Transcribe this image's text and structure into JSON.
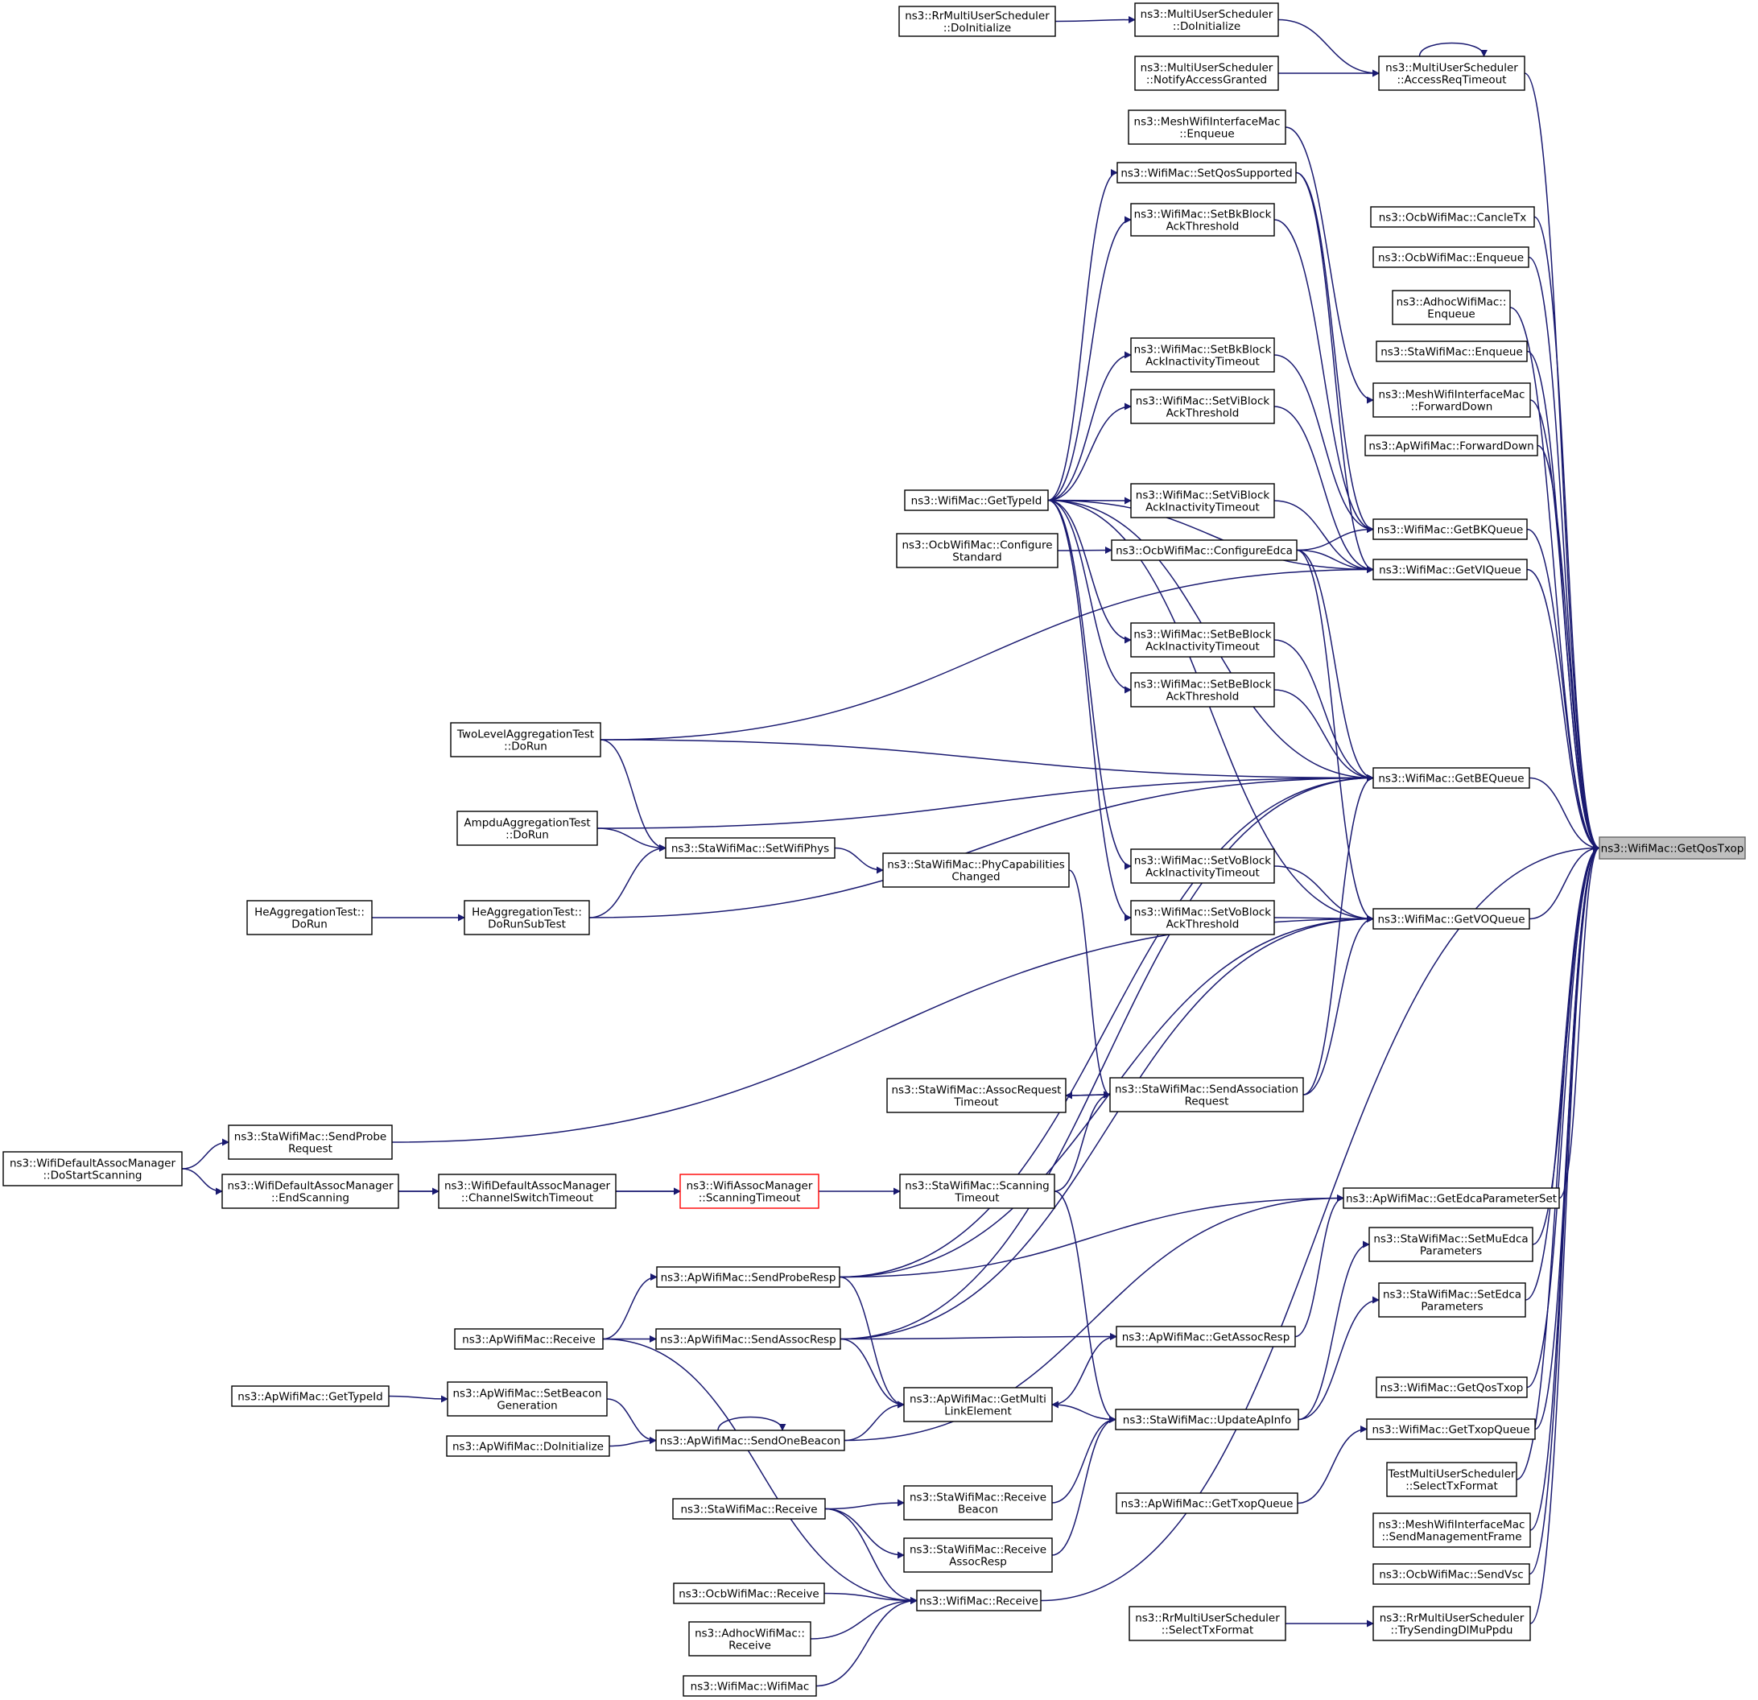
{
  "nodes": [
    {
      "id": "getqostxop",
      "lines": [
        "ns3::WifiMac::GetQosTxop"
      ],
      "style": "focus"
    },
    {
      "id": "accessreqtimeout",
      "lines": [
        "ns3::MultiUserScheduler",
        "::AccessReqTimeout"
      ]
    },
    {
      "id": "mus_doinit",
      "lines": [
        "ns3::MultiUserScheduler",
        "::DoInitialize"
      ]
    },
    {
      "id": "rr_doinit",
      "lines": [
        "ns3::RrMultiUserScheduler",
        "::DoInitialize"
      ]
    },
    {
      "id": "notifyaccess",
      "lines": [
        "ns3::MultiUserScheduler",
        "::NotifyAccessGranted"
      ]
    },
    {
      "id": "mesh_enqueue",
      "lines": [
        "ns3::MeshWifiInterfaceMac",
        "::Enqueue"
      ]
    },
    {
      "id": "setqossupported",
      "lines": [
        "ns3::WifiMac::SetQosSupported"
      ]
    },
    {
      "id": "setbkblockack",
      "lines": [
        "ns3::WifiMac::SetBkBlock",
        "AckThreshold"
      ]
    },
    {
      "id": "ocb_cancletx",
      "lines": [
        "ns3::OcbWifiMac::CancleTx"
      ]
    },
    {
      "id": "ocb_enqueue",
      "lines": [
        "ns3::OcbWifiMac::Enqueue"
      ]
    },
    {
      "id": "adhoc_enqueue",
      "lines": [
        "ns3::AdhocWifiMac::",
        "Enqueue"
      ]
    },
    {
      "id": "sta_enqueue",
      "lines": [
        "ns3::StaWifiMac::Enqueue"
      ]
    },
    {
      "id": "setbkinact",
      "lines": [
        "ns3::WifiMac::SetBkBlock",
        "AckInactivityTimeout"
      ]
    },
    {
      "id": "mesh_forwarddown",
      "lines": [
        "ns3::MeshWifiInterfaceMac",
        "::ForwardDown"
      ]
    },
    {
      "id": "setviblockack",
      "lines": [
        "ns3::WifiMac::SetViBlock",
        "AckThreshold"
      ]
    },
    {
      "id": "ap_forwarddown",
      "lines": [
        "ns3::ApWifiMac::ForwardDown"
      ]
    },
    {
      "id": "wifimac_gettypeid",
      "lines": [
        "ns3::WifiMac::GetTypeId"
      ]
    },
    {
      "id": "setviinact",
      "lines": [
        "ns3::WifiMac::SetViBlock",
        "AckInactivityTimeout"
      ]
    },
    {
      "id": "getbkqueue",
      "lines": [
        "ns3::WifiMac::GetBKQueue"
      ]
    },
    {
      "id": "ocb_configstd",
      "lines": [
        "ns3::OcbWifiMac::Configure",
        "Standard"
      ]
    },
    {
      "id": "ocb_configedca",
      "lines": [
        "ns3::OcbWifiMac::ConfigureEdca"
      ]
    },
    {
      "id": "getviqueue",
      "lines": [
        "ns3::WifiMac::GetVIQueue"
      ]
    },
    {
      "id": "setbeinact",
      "lines": [
        "ns3::WifiMac::SetBeBlock",
        "AckInactivityTimeout"
      ]
    },
    {
      "id": "setbeblockack",
      "lines": [
        "ns3::WifiMac::SetBeBlock",
        "AckThreshold"
      ]
    },
    {
      "id": "twolevel_dorun",
      "lines": [
        "TwoLevelAggregationTest",
        "::DoRun"
      ]
    },
    {
      "id": "getbequeue",
      "lines": [
        "ns3::WifiMac::GetBEQueue"
      ]
    },
    {
      "id": "ampdu_dorun",
      "lines": [
        "AmpduAggregationTest",
        "::DoRun"
      ]
    },
    {
      "id": "setwifiphys",
      "lines": [
        "ns3::StaWifiMac::SetWifiPhys"
      ]
    },
    {
      "id": "phycapchanged",
      "lines": [
        "ns3::StaWifiMac::PhyCapabilities",
        "Changed"
      ]
    },
    {
      "id": "setvoinact",
      "lines": [
        "ns3::WifiMac::SetVoBlock",
        "AckInactivityTimeout"
      ]
    },
    {
      "id": "he_dorun",
      "lines": [
        "HeAggregationTest::",
        "DoRun"
      ]
    },
    {
      "id": "he_dorunsubtest",
      "lines": [
        "HeAggregationTest::",
        "DoRunSubTest"
      ]
    },
    {
      "id": "setvoblockack",
      "lines": [
        "ns3::WifiMac::SetVoBlock",
        "AckThreshold"
      ]
    },
    {
      "id": "getvoqueue",
      "lines": [
        "ns3::WifiMac::GetVOQueue"
      ]
    },
    {
      "id": "assocreqtimeout",
      "lines": [
        "ns3::StaWifiMac::AssocRequest",
        "Timeout"
      ]
    },
    {
      "id": "sendassocreq",
      "lines": [
        "ns3::StaWifiMac::SendAssociation",
        "Request"
      ]
    },
    {
      "id": "sendprobereq",
      "lines": [
        "ns3::StaWifiMac::SendProbe",
        "Request"
      ]
    },
    {
      "id": "dostartscanning",
      "lines": [
        "ns3::WifiDefaultAssocManager",
        "::DoStartScanning"
      ]
    },
    {
      "id": "endscanning",
      "lines": [
        "ns3::WifiDefaultAssocManager",
        "::EndScanning"
      ]
    },
    {
      "id": "chswitchtimeout",
      "lines": [
        "ns3::WifiDefaultAssocManager",
        "::ChannelSwitchTimeout"
      ]
    },
    {
      "id": "am_scanningtimeout",
      "lines": [
        "ns3::WifiAssocManager",
        "::ScanningTimeout"
      ],
      "style": "red"
    },
    {
      "id": "sta_scanningtimeout",
      "lines": [
        "ns3::StaWifiMac::Scanning",
        "Timeout"
      ]
    },
    {
      "id": "getedcaparamset",
      "lines": [
        "ns3::ApWifiMac::GetEdcaParameterSet"
      ]
    },
    {
      "id": "setmuedca",
      "lines": [
        "ns3::StaWifiMac::SetMuEdca",
        "Parameters"
      ]
    },
    {
      "id": "sendproberesp",
      "lines": [
        "ns3::ApWifiMac::SendProbeResp"
      ]
    },
    {
      "id": "setedca",
      "lines": [
        "ns3::StaWifiMac::SetEdca",
        "Parameters"
      ]
    },
    {
      "id": "ap_receive",
      "lines": [
        "ns3::ApWifiMac::Receive"
      ]
    },
    {
      "id": "sendassocresp",
      "lines": [
        "ns3::ApWifiMac::SendAssocResp"
      ]
    },
    {
      "id": "getassocresp",
      "lines": [
        "ns3::ApWifiMac::GetAssocResp"
      ]
    },
    {
      "id": "wifimac_getqostxop",
      "lines": [
        "ns3::WifiMac::GetQosTxop"
      ]
    },
    {
      "id": "ap_gettypeid",
      "lines": [
        "ns3::ApWifiMac::GetTypeId"
      ]
    },
    {
      "id": "setbeacongen",
      "lines": [
        "ns3::ApWifiMac::SetBeacon",
        "Generation"
      ]
    },
    {
      "id": "getmultilink",
      "lines": [
        "ns3::ApWifiMac::GetMulti",
        "LinkElement"
      ]
    },
    {
      "id": "updateapinfo",
      "lines": [
        "ns3::StaWifiMac::UpdateApInfo"
      ]
    },
    {
      "id": "gettxopqueue",
      "lines": [
        "ns3::WifiMac::GetTxopQueue"
      ]
    },
    {
      "id": "ap_doinit",
      "lines": [
        "ns3::ApWifiMac::DoInitialize"
      ]
    },
    {
      "id": "sendonebeacon",
      "lines": [
        "ns3::ApWifiMac::SendOneBeacon"
      ]
    },
    {
      "id": "testmus_selecttx",
      "lines": [
        "TestMultiUserScheduler",
        "::SelectTxFormat"
      ]
    },
    {
      "id": "ap_gettxopqueue",
      "lines": [
        "ns3::ApWifiMac::GetTxopQueue"
      ]
    },
    {
      "id": "sta_receive",
      "lines": [
        "ns3::StaWifiMac::Receive"
      ]
    },
    {
      "id": "receivebeacon",
      "lines": [
        "ns3::StaWifiMac::Receive",
        "Beacon"
      ]
    },
    {
      "id": "mesh_sendmgmt",
      "lines": [
        "ns3::MeshWifiInterfaceMac",
        "::SendManagementFrame"
      ]
    },
    {
      "id": "receiveassocresp",
      "lines": [
        "ns3::StaWifiMac::Receive",
        "AssocResp"
      ]
    },
    {
      "id": "ocb_sendvsc",
      "lines": [
        "ns3::OcbWifiMac::SendVsc"
      ]
    },
    {
      "id": "ocb_receive",
      "lines": [
        "ns3::OcbWifiMac::Receive"
      ]
    },
    {
      "id": "wifimac_receive",
      "lines": [
        "ns3::WifiMac::Receive"
      ]
    },
    {
      "id": "rr_selecttx",
      "lines": [
        "ns3::RrMultiUserScheduler",
        "::SelectTxFormat"
      ]
    },
    {
      "id": "trysendingdl",
      "lines": [
        "ns3::RrMultiUserScheduler",
        "::TrySendingDlMuPpdu"
      ]
    },
    {
      "id": "adhoc_receive",
      "lines": [
        "ns3::AdhocWifiMac::",
        "Receive"
      ]
    },
    {
      "id": "wifimac_wifimac",
      "lines": [
        "ns3::WifiMac::WifiMac"
      ]
    }
  ],
  "edges": [
    [
      "mus_doinit",
      "accessreqtimeout"
    ],
    [
      "notifyaccess",
      "accessreqtimeout"
    ],
    [
      "accessreqtimeout",
      "accessreqtimeout"
    ],
    [
      "rr_doinit",
      "mus_doinit"
    ],
    [
      "accessreqtimeout",
      "getqostxop"
    ],
    [
      "ocb_cancletx",
      "getqostxop"
    ],
    [
      "ocb_enqueue",
      "getqostxop"
    ],
    [
      "adhoc_enqueue",
      "getqostxop"
    ],
    [
      "sta_enqueue",
      "getqostxop"
    ],
    [
      "mesh_forwarddown",
      "getqostxop"
    ],
    [
      "ap_forwarddown",
      "getqostxop"
    ],
    [
      "getbkqueue",
      "getqostxop"
    ],
    [
      "getviqueue",
      "getqostxop"
    ],
    [
      "getbequeue",
      "getqostxop"
    ],
    [
      "getvoqueue",
      "getqostxop"
    ],
    [
      "getedcaparamset",
      "getqostxop"
    ],
    [
      "setmuedca",
      "getqostxop"
    ],
    [
      "setedca",
      "getqostxop"
    ],
    [
      "wifimac_getqostxop",
      "getqostxop"
    ],
    [
      "gettxopqueue",
      "getqostxop"
    ],
    [
      "testmus_selecttx",
      "getqostxop"
    ],
    [
      "mesh_sendmgmt",
      "getqostxop"
    ],
    [
      "ocb_sendvsc",
      "getqostxop"
    ],
    [
      "trysendingdl",
      "getqostxop"
    ],
    [
      "wifimac_receive",
      "getqostxop"
    ],
    [
      "mesh_enqueue",
      "mesh_forwarddown"
    ],
    [
      "setqossupported",
      "getbkqueue"
    ],
    [
      "setbkblockack",
      "getbkqueue"
    ],
    [
      "setbkinact",
      "getbkqueue"
    ],
    [
      "ocb_configedca",
      "getbkqueue"
    ],
    [
      "setviblockack",
      "getviqueue"
    ],
    [
      "setviinact",
      "getviqueue"
    ],
    [
      "ocb_configedca",
      "getviqueue"
    ],
    [
      "twolevel_dorun",
      "getviqueue"
    ],
    [
      "setqossupported",
      "getviqueue"
    ],
    [
      "wifimac_gettypeid",
      "getviqueue"
    ],
    [
      "wifimac_gettypeid",
      "setqossupported"
    ],
    [
      "wifimac_gettypeid",
      "setbkblockack"
    ],
    [
      "wifimac_gettypeid",
      "setbkinact"
    ],
    [
      "wifimac_gettypeid",
      "setviblockack"
    ],
    [
      "wifimac_gettypeid",
      "setviinact"
    ],
    [
      "wifimac_gettypeid",
      "setbeinact"
    ],
    [
      "wifimac_gettypeid",
      "setbeblockack"
    ],
    [
      "wifimac_gettypeid",
      "setvoinact"
    ],
    [
      "wifimac_gettypeid",
      "setvoblockack"
    ],
    [
      "ocb_configstd",
      "ocb_configedca"
    ],
    [
      "setbeinact",
      "getbequeue"
    ],
    [
      "setbeblockack",
      "getbequeue"
    ],
    [
      "ocb_configedca",
      "getbequeue"
    ],
    [
      "twolevel_dorun",
      "getbequeue"
    ],
    [
      "ampdu_dorun",
      "getbequeue"
    ],
    [
      "wifimac_gettypeid",
      "getbequeue"
    ],
    [
      "sendassocreq",
      "getbequeue"
    ],
    [
      "sendproberesp",
      "getbequeue"
    ],
    [
      "sendassocresp",
      "getbequeue"
    ],
    [
      "he_dorunsubtest",
      "getbequeue"
    ],
    [
      "setvoinact",
      "getvoqueue"
    ],
    [
      "setvoblockack",
      "getvoqueue"
    ],
    [
      "ocb_configedca",
      "getvoqueue"
    ],
    [
      "wifimac_gettypeid",
      "getvoqueue"
    ],
    [
      "sendassocreq",
      "getvoqueue"
    ],
    [
      "sendprobereq",
      "getvoqueue"
    ],
    [
      "sendproberesp",
      "getvoqueue"
    ],
    [
      "sendassocresp",
      "getvoqueue"
    ],
    [
      "twolevel_dorun",
      "setwifiphys"
    ],
    [
      "ampdu_dorun",
      "setwifiphys"
    ],
    [
      "he_dorunsubtest",
      "setwifiphys"
    ],
    [
      "he_dorun",
      "he_dorunsubtest"
    ],
    [
      "setwifiphys",
      "phycapchanged"
    ],
    [
      "phycapchanged",
      "sendassocreq"
    ],
    [
      "sendassocreq",
      "assocreqtimeout"
    ],
    [
      "assocreqtimeout",
      "sendassocreq"
    ],
    [
      "sta_scanningtimeout",
      "sendassocreq"
    ],
    [
      "dostartscanning",
      "sendprobereq"
    ],
    [
      "dostartscanning",
      "endscanning"
    ],
    [
      "endscanning",
      "chswitchtimeout"
    ],
    [
      "chswitchtimeout",
      "am_scanningtimeout"
    ],
    [
      "endscanning",
      "am_scanningtimeout"
    ],
    [
      "am_scanningtimeout",
      "sta_scanningtimeout"
    ],
    [
      "sta_scanningtimeout",
      "updateapinfo"
    ],
    [
      "sendproberesp",
      "getedcaparamset"
    ],
    [
      "getassocresp",
      "getedcaparamset"
    ],
    [
      "sendonebeacon",
      "getedcaparamset"
    ],
    [
      "updateapinfo",
      "setmuedca"
    ],
    [
      "updateapinfo",
      "setedca"
    ],
    [
      "ap_gettxopqueue",
      "gettxopqueue"
    ],
    [
      "ap_receive",
      "sendproberesp"
    ],
    [
      "ap_receive",
      "sendassocresp"
    ],
    [
      "sendassocresp",
      "getassocresp"
    ],
    [
      "getmultilink",
      "getassocresp"
    ],
    [
      "sendproberesp",
      "getmultilink"
    ],
    [
      "sendassocresp",
      "getmultilink"
    ],
    [
      "sendonebeacon",
      "getmultilink"
    ],
    [
      "updateapinfo",
      "getmultilink"
    ],
    [
      "ap_gettypeid",
      "setbeacongen"
    ],
    [
      "setbeacongen",
      "sendonebeacon"
    ],
    [
      "ap_doinit",
      "sendonebeacon"
    ],
    [
      "sendonebeacon",
      "sendonebeacon"
    ],
    [
      "receivebeacon",
      "updateapinfo"
    ],
    [
      "receiveassocresp",
      "updateapinfo"
    ],
    [
      "sta_receive",
      "receivebeacon"
    ],
    [
      "sta_receive",
      "receiveassocresp"
    ],
    [
      "sta_receive",
      "wifimac_receive"
    ],
    [
      "ap_receive",
      "wifimac_receive"
    ],
    [
      "ocb_receive",
      "wifimac_receive"
    ],
    [
      "adhoc_receive",
      "wifimac_receive"
    ],
    [
      "wifimac_wifimac",
      "wifimac_receive"
    ],
    [
      "rr_selecttx",
      "trysendingdl"
    ]
  ]
}
